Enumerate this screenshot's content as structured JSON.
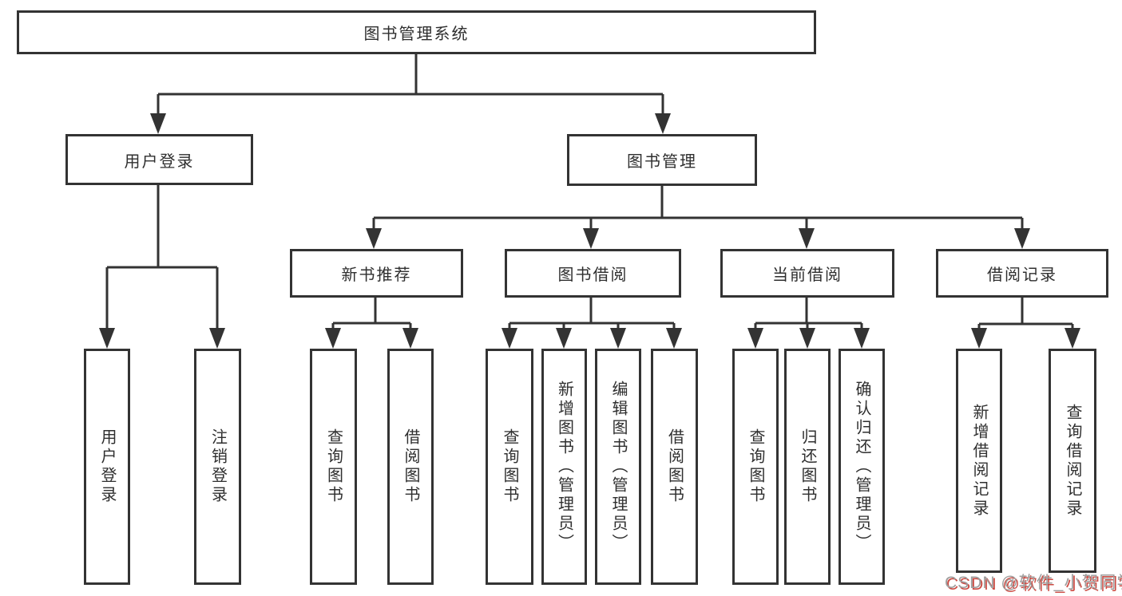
{
  "tree": {
    "root": {
      "label": "图书管理系统",
      "children": [
        {
          "label": "用户登录",
          "children": [
            {
              "label": "用户登录"
            },
            {
              "label": "注销登录"
            }
          ]
        },
        {
          "label": "图书管理",
          "children": [
            {
              "label": "新书推荐",
              "children": [
                {
                  "label": "查询图书"
                },
                {
                  "label": "借阅图书"
                }
              ]
            },
            {
              "label": "图书借阅",
              "children": [
                {
                  "label": "查询图书"
                },
                {
                  "label": "新增图书（管理员）"
                },
                {
                  "label": "编辑图书（管理员）"
                },
                {
                  "label": "借阅图书"
                }
              ]
            },
            {
              "label": "当前借阅",
              "children": [
                {
                  "label": "查询图书"
                },
                {
                  "label": "归还图书"
                },
                {
                  "label": "确认归还（管理员）"
                }
              ]
            },
            {
              "label": "借阅记录",
              "children": [
                {
                  "label": "新增借阅记录"
                },
                {
                  "label": "查询借阅记录"
                }
              ]
            }
          ]
        }
      ]
    }
  },
  "watermark": {
    "text": "CSDN @软件_小贺同学"
  },
  "colors": {
    "line": "#333333",
    "box_background": "#ffffff",
    "page_background": "#ffffff",
    "watermark_text": "#9e9e9e",
    "watermark_shadow": "#cc4a42"
  }
}
